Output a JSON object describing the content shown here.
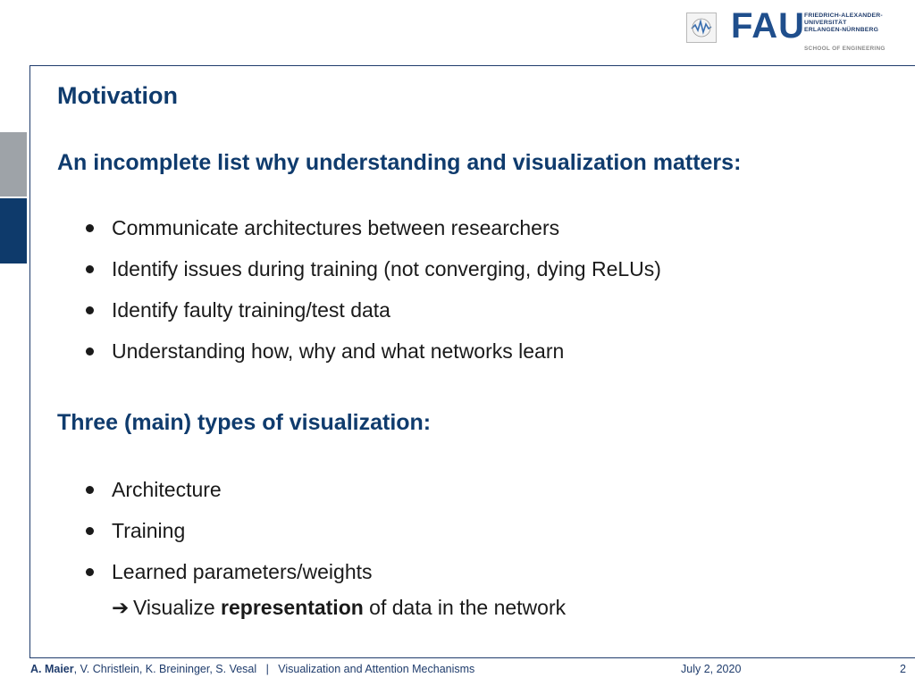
{
  "header": {
    "logo_wordmark": "FAU",
    "university_lines": [
      "FRIEDRICH-ALEXANDER-",
      "UNIVERSITÄT",
      "ERLANGEN-NÜRNBERG"
    ],
    "school": "SCHOOL OF ENGINEERING"
  },
  "slide": {
    "title": "Motivation",
    "section1": {
      "heading": "An incomplete list why understanding and visualization matters:",
      "items": [
        "Communicate architectures between researchers",
        "Identify issues during training (not converging, dying ReLUs)",
        "Identify faulty training/test data",
        "Understanding how, why and what networks learn"
      ]
    },
    "section2": {
      "heading": "Three (main) types of visualization:",
      "items": [
        "Architecture",
        "Training",
        "Learned parameters/weights"
      ],
      "sub_arrow": "➔",
      "sub_prefix": "Visualize ",
      "sub_bold": "representation",
      "sub_suffix": " of data in the network"
    }
  },
  "footer": {
    "lead_author": "A. Maier",
    "other_authors": ", V. Christlein, K. Breininger, S. Vesal",
    "separator": "|",
    "course": "Visualization and Attention Mechanisms",
    "date": "July 2, 2020",
    "page_number": "2"
  },
  "colors": {
    "brand_blue": "#0f3b6d",
    "tab_gray": "#9ea3a8",
    "tab_blue": "#0e3a6b"
  }
}
